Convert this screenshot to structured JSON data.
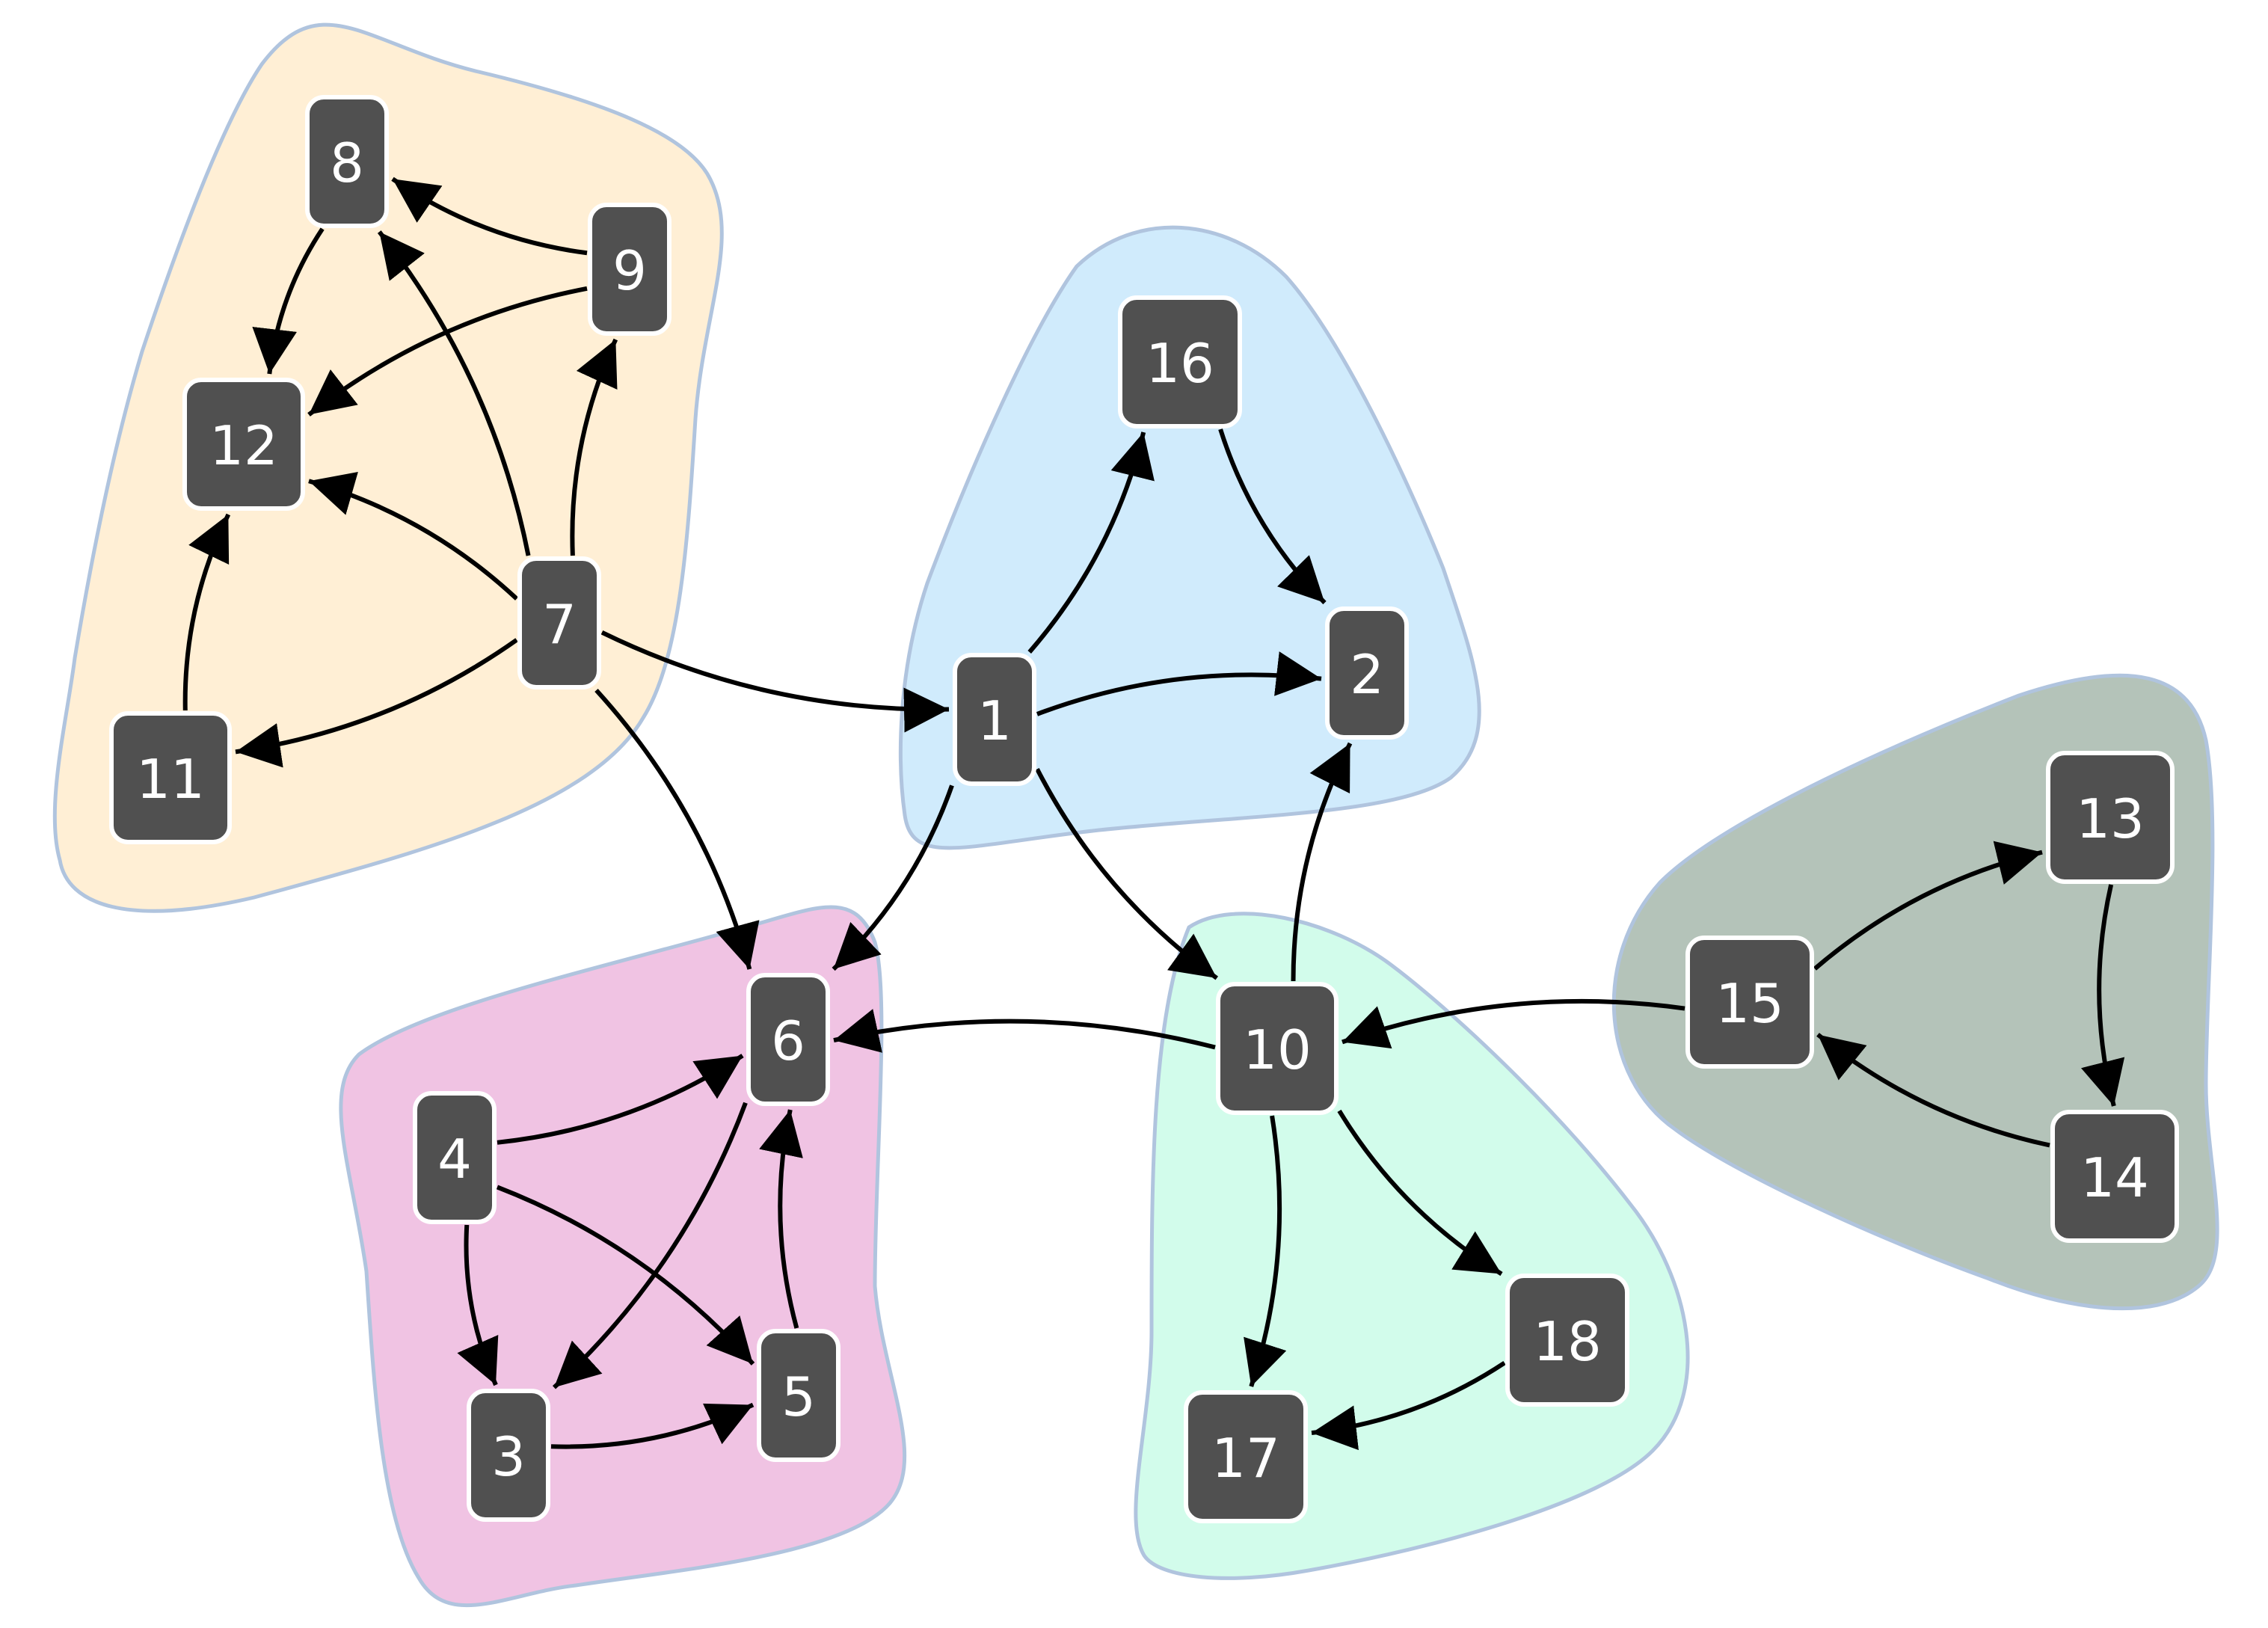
{
  "colors": {
    "node_fill": "#505050",
    "node_stroke": "#ffffff",
    "edge": "#000000",
    "cluster_stroke": "#b0c4de"
  },
  "clusters": [
    {
      "id": "orange",
      "color": "#ffefd5",
      "members": [
        "7",
        "8",
        "9",
        "11",
        "12"
      ]
    },
    {
      "id": "blue",
      "color": "#d0ebfc",
      "members": [
        "1",
        "2",
        "16"
      ]
    },
    {
      "id": "pink",
      "color": "#f0c3e3",
      "members": [
        "3",
        "4",
        "5",
        "6"
      ]
    },
    {
      "id": "mint",
      "color": "#d2fceb",
      "members": [
        "10",
        "17",
        "18"
      ]
    },
    {
      "id": "gray",
      "color": "#b4c3b9",
      "members": [
        "13",
        "14",
        "15"
      ]
    }
  ],
  "nodes": [
    {
      "id": "1",
      "label": "1"
    },
    {
      "id": "2",
      "label": "2"
    },
    {
      "id": "3",
      "label": "3"
    },
    {
      "id": "4",
      "label": "4"
    },
    {
      "id": "5",
      "label": "5"
    },
    {
      "id": "6",
      "label": "6"
    },
    {
      "id": "7",
      "label": "7"
    },
    {
      "id": "8",
      "label": "8"
    },
    {
      "id": "9",
      "label": "9"
    },
    {
      "id": "10",
      "label": "10"
    },
    {
      "id": "11",
      "label": "11"
    },
    {
      "id": "12",
      "label": "12"
    },
    {
      "id": "13",
      "label": "13"
    },
    {
      "id": "14",
      "label": "14"
    },
    {
      "id": "15",
      "label": "15"
    },
    {
      "id": "16",
      "label": "16"
    },
    {
      "id": "17",
      "label": "17"
    },
    {
      "id": "18",
      "label": "18"
    }
  ],
  "edges": [
    {
      "from": "7",
      "to": "8"
    },
    {
      "from": "7",
      "to": "9"
    },
    {
      "from": "7",
      "to": "12"
    },
    {
      "from": "7",
      "to": "11"
    },
    {
      "from": "7",
      "to": "1"
    },
    {
      "from": "7",
      "to": "6"
    },
    {
      "from": "8",
      "to": "12"
    },
    {
      "from": "9",
      "to": "8"
    },
    {
      "from": "9",
      "to": "12"
    },
    {
      "from": "11",
      "to": "12"
    },
    {
      "from": "1",
      "to": "16"
    },
    {
      "from": "1",
      "to": "2"
    },
    {
      "from": "1",
      "to": "10"
    },
    {
      "from": "1",
      "to": "6"
    },
    {
      "from": "16",
      "to": "2"
    },
    {
      "from": "10",
      "to": "2"
    },
    {
      "from": "10",
      "to": "6"
    },
    {
      "from": "10",
      "to": "17"
    },
    {
      "from": "10",
      "to": "18"
    },
    {
      "from": "18",
      "to": "17"
    },
    {
      "from": "15",
      "to": "10"
    },
    {
      "from": "15",
      "to": "13"
    },
    {
      "from": "13",
      "to": "14"
    },
    {
      "from": "14",
      "to": "15"
    },
    {
      "from": "4",
      "to": "6"
    },
    {
      "from": "4",
      "to": "5"
    },
    {
      "from": "4",
      "to": "3"
    },
    {
      "from": "6",
      "to": "3"
    },
    {
      "from": "3",
      "to": "5"
    },
    {
      "from": "5",
      "to": "6"
    }
  ]
}
